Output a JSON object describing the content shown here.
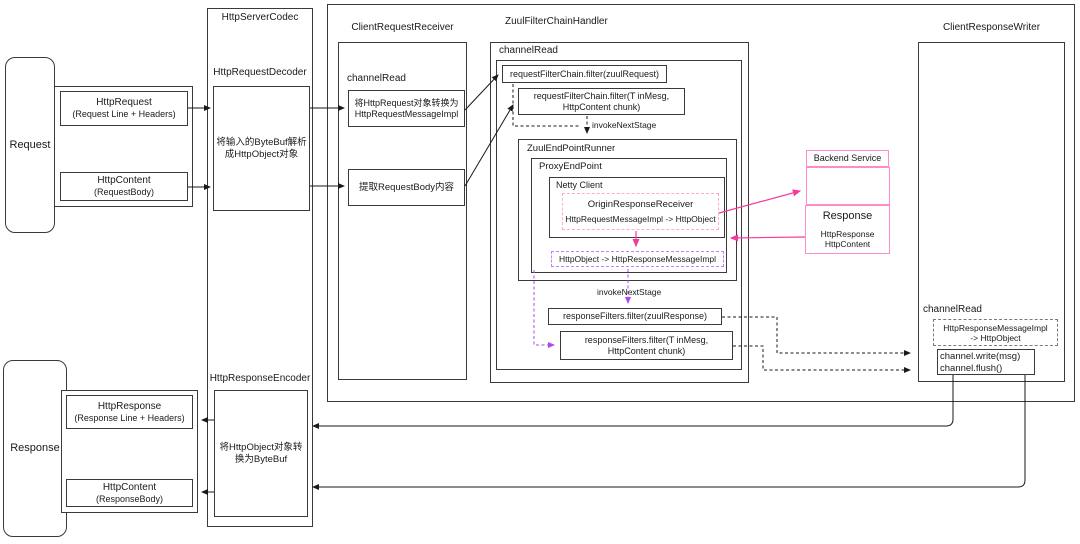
{
  "colors": {
    "line": "#1a1a1a",
    "pink_accent": "#f53a9e",
    "pink_border": "#ff8cc6",
    "purple_accent": "#ab47f5"
  },
  "left": {
    "request_label": "Request",
    "http_request_line1": "HttpRequest",
    "http_request_line2": "(Request Line + Headers)",
    "http_content_line1": "HttpContent",
    "http_content_line2": "(RequestBody)"
  },
  "codec": {
    "title": "HttpServerCodec",
    "decoder_title": "HttpRequestDecoder",
    "decoder_line1": "将输入的ByteBuf解析",
    "decoder_line2": "成HttpObject对象",
    "encoder_title": "HttpResponseEncoder",
    "encoder_line1": "将HttpObject对象转",
    "encoder_line2": "换为ByteBuf"
  },
  "receiver": {
    "title": "ClientRequestReceiver",
    "channel_read": "channelRead",
    "convert_line1": "将HttpRequest对象转换为",
    "convert_line2": "HttpRequestMessageImpl",
    "extract": "提取RequestBody内容"
  },
  "filter_chain": {
    "title": "ZuulFilterChainHandler",
    "channel_read": "channelRead",
    "request_filter1": "requestFilterChain.filter(zuulRequest)",
    "request_filter2_line1": "requestFilterChain.filter(T inMesg,",
    "request_filter2_line2": "HttpContent chunk)",
    "invoke_next_stage1": "invokeNextStage",
    "runner_title": "ZuulEndPointRunner",
    "proxy_title": "ProxyEndPoint",
    "netty_title": "Netty Client",
    "origin_title": "OriginResponseReceiver",
    "origin_subtitle": "HttpRequestMessageImpl -> HttpObject",
    "http_object_convert": "HttpObject -> HttpResponseMessageImpl",
    "invoke_next_stage2": "invokeNextStage",
    "response_filter1": "responseFilters.filter(zuulResponse)",
    "response_filter2_line1": "responseFilters.filter(T inMesg,",
    "response_filter2_line2": "HttpContent chunk)"
  },
  "backend": {
    "title": "Backend Service",
    "response_title": "Response",
    "response_line1": "HttpResponse",
    "response_line2": "HttpContent"
  },
  "writer": {
    "title": "ClientResponseWriter",
    "channel_read": "channelRead",
    "convert_line1": "HttpResponseMessageImpl",
    "convert_line2": "-> HttpObject",
    "write_line1": "channel.write(msg)",
    "write_line2": "channel.flush()"
  },
  "bottom": {
    "response_label": "Response",
    "http_response_line1": "HttpResponse",
    "http_response_line2": "(Response Line + Headers)",
    "http_content_line1": "HttpContent",
    "http_content_line2": "(ResponseBody)"
  }
}
